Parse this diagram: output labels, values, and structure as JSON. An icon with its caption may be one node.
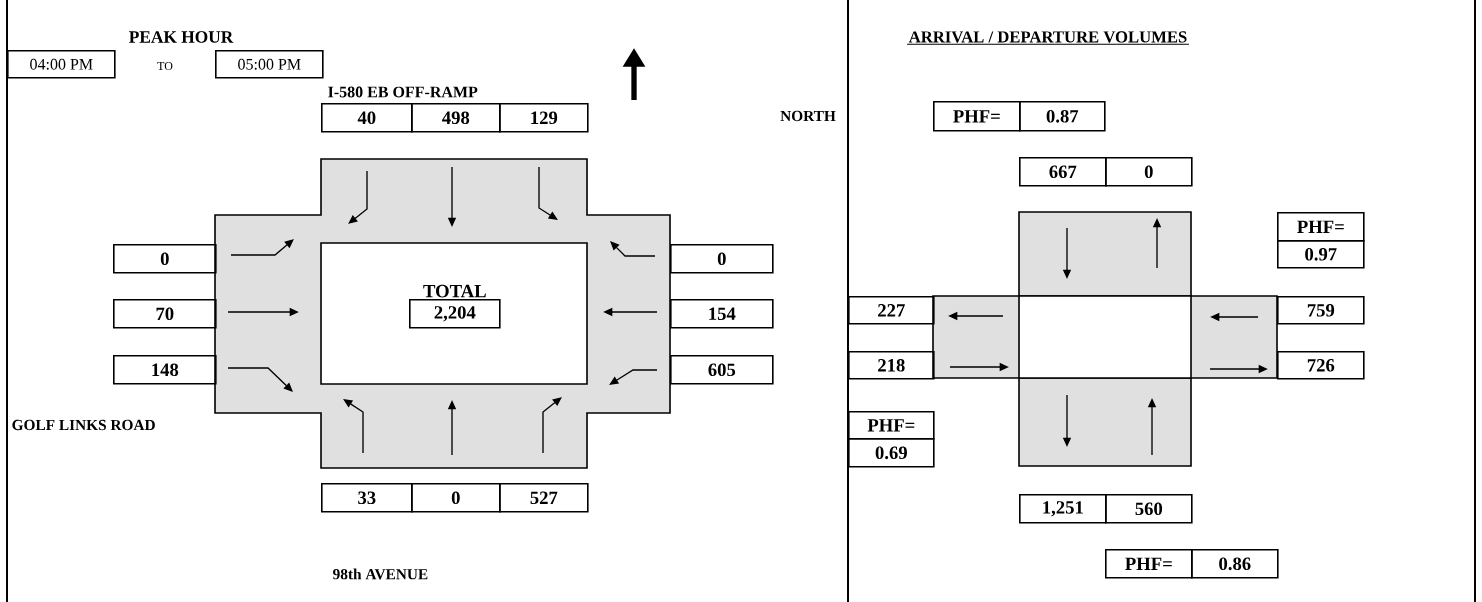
{
  "diagram": {
    "nodes": [
      {
        "text": [
          "04:00 PM"
        ]
      },
      {
        "text": [
          "05:00 PM"
        ]
      },
      {
        "text": [
          "40"
        ]
      },
      {
        "text": [
          "498"
        ]
      },
      {
        "text": [
          "129"
        ]
      },
      {
        "text": [
          "0"
        ]
      },
      {
        "text": [
          "0"
        ]
      },
      {
        "text": [
          "TOTAL",
          "2,204"
        ]
      },
      {
        "text": [
          "70"
        ]
      },
      {
        "text": [
          "154"
        ]
      },
      {
        "text": [
          "148"
        ]
      },
      {
        "text": [
          "605"
        ]
      },
      {
        "text": [
          "33"
        ]
      },
      {
        "text": [
          "0"
        ]
      },
      {
        "text": [
          "527"
        ]
      },
      {
        "text": [
          "PHF="
        ]
      },
      {
        "text": [
          "0.87"
        ]
      },
      {
        "text": [
          "667"
        ]
      },
      {
        "text": [
          "0"
        ]
      },
      {
        "text": [
          "PHF="
        ]
      },
      {
        "text": [
          "0.97"
        ]
      },
      {
        "text": [
          "227"
        ]
      },
      {
        "text": [
          "759"
        ]
      },
      {
        "text": [
          "218"
        ]
      },
      {
        "text": [
          "726"
        ]
      },
      {
        "text": [
          "PHF="
        ]
      },
      {
        "text": [
          "0.69"
        ]
      },
      {
        "text": [
          "1,251"
        ]
      },
      {
        "text": [
          "560"
        ]
      },
      {
        "text": [
          "PHF="
        ]
      },
      {
        "text": [
          "0.86"
        ]
      }
    ],
    "labels": [
      "PEAK HOUR",
      "ARRIVAL / DEPARTURE VOLUMES",
      "TO",
      "I-580 EB OFF-RAMP",
      "NORTH",
      "GOLF LINKS ROAD",
      "98th AVENUE"
    ]
  }
}
